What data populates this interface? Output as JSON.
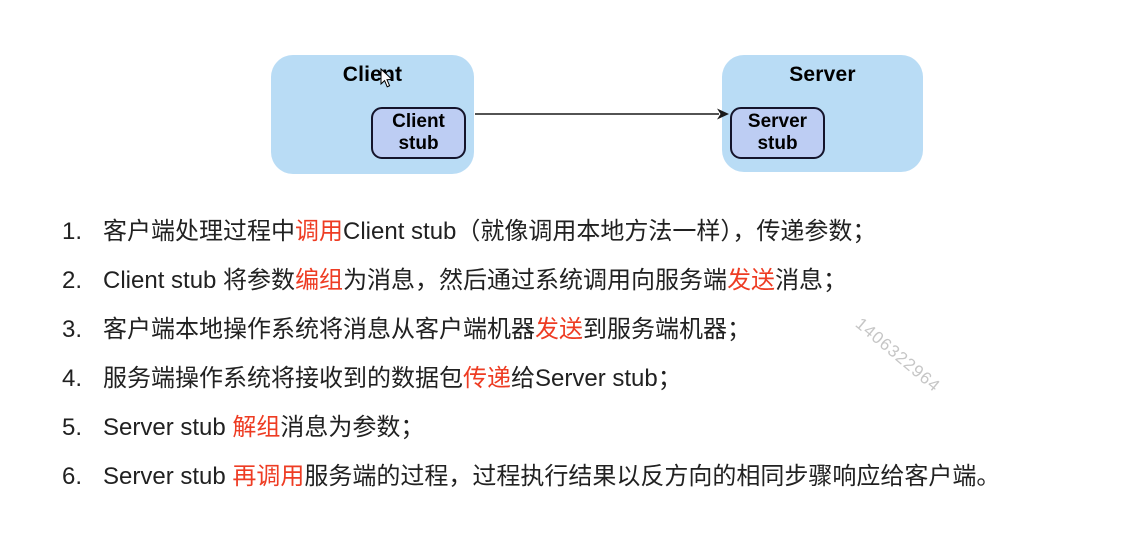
{
  "diagram": {
    "client_title": "Client",
    "client_stub_line1": "Client",
    "client_stub_line2": "stub",
    "server_title": "Server",
    "server_stub_line1": "Server",
    "server_stub_line2": "stub"
  },
  "colors": {
    "box_fill": "#b9dcf5",
    "stub_fill": "#bdcdf3",
    "stub_border": "#14142b",
    "text": "#212121",
    "highlight_red": "#ee3c23",
    "watermark_gray": "#c6c6c6",
    "arrow_black": "#1a1a1a"
  },
  "steps": [
    {
      "number": "1.",
      "segments": [
        {
          "text": "客户端处理过程中",
          "red": false
        },
        {
          "text": "调用",
          "red": true
        },
        {
          "text": "Client stub（就像调用本地方法一样），传递参数；",
          "red": false
        }
      ]
    },
    {
      "number": "2.",
      "segments": [
        {
          "text": "Client stub 将参数",
          "red": false
        },
        {
          "text": "编组",
          "red": true
        },
        {
          "text": "为消息，然后通过系统调用向服务端",
          "red": false
        },
        {
          "text": "发送",
          "red": true
        },
        {
          "text": "消息；",
          "red": false
        }
      ]
    },
    {
      "number": "3.",
      "segments": [
        {
          "text": "客户端本地操作系统将消息从客户端机器",
          "red": false
        },
        {
          "text": "发送",
          "red": true
        },
        {
          "text": "到服务端机器；",
          "red": false
        }
      ]
    },
    {
      "number": "4.",
      "segments": [
        {
          "text": "服务端操作系统将接收到的数据包",
          "red": false
        },
        {
          "text": "传递",
          "red": true
        },
        {
          "text": "给Server stub；",
          "red": false
        }
      ]
    },
    {
      "number": "5.",
      "segments": [
        {
          "text": "Server stub ",
          "red": false
        },
        {
          "text": "解组",
          "red": true
        },
        {
          "text": "消息为参数；",
          "red": false
        }
      ]
    },
    {
      "number": "6.",
      "segments": [
        {
          "text": "Server stub ",
          "red": false
        },
        {
          "text": "再调用",
          "red": true
        },
        {
          "text": "服务端的过程，过程执行结果以反方向的相同步骤响应给客户端。",
          "red": false
        }
      ]
    }
  ],
  "watermark": "1406322964"
}
